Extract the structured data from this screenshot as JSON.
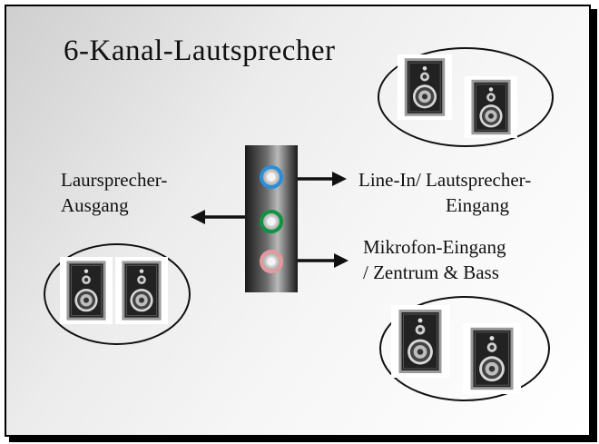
{
  "title": "6-Kanal-Lautsprecher",
  "labels": {
    "output_line1": "Laursprecher-",
    "output_line2": "Ausgang",
    "line_in_line1": "Line-In/ Lautsprecher-",
    "line_in_line2": "Eingang",
    "mic_line1": "Mikrofon-Eingang",
    "mic_line2": "/ Zentrum & Bass"
  },
  "jacks": [
    {
      "name": "line-in",
      "color": "#2a8fd8"
    },
    {
      "name": "line-out",
      "color": "#0e9440"
    },
    {
      "name": "mic-in",
      "color": "#e49a9c"
    }
  ],
  "speaker_groups": [
    {
      "name": "top-right",
      "speakers": 2
    },
    {
      "name": "left",
      "speakers": 2
    },
    {
      "name": "bottom-right",
      "speakers": 2
    }
  ],
  "colors": {
    "panel_dark": "#1a1a1a",
    "arrow": "#111111"
  }
}
